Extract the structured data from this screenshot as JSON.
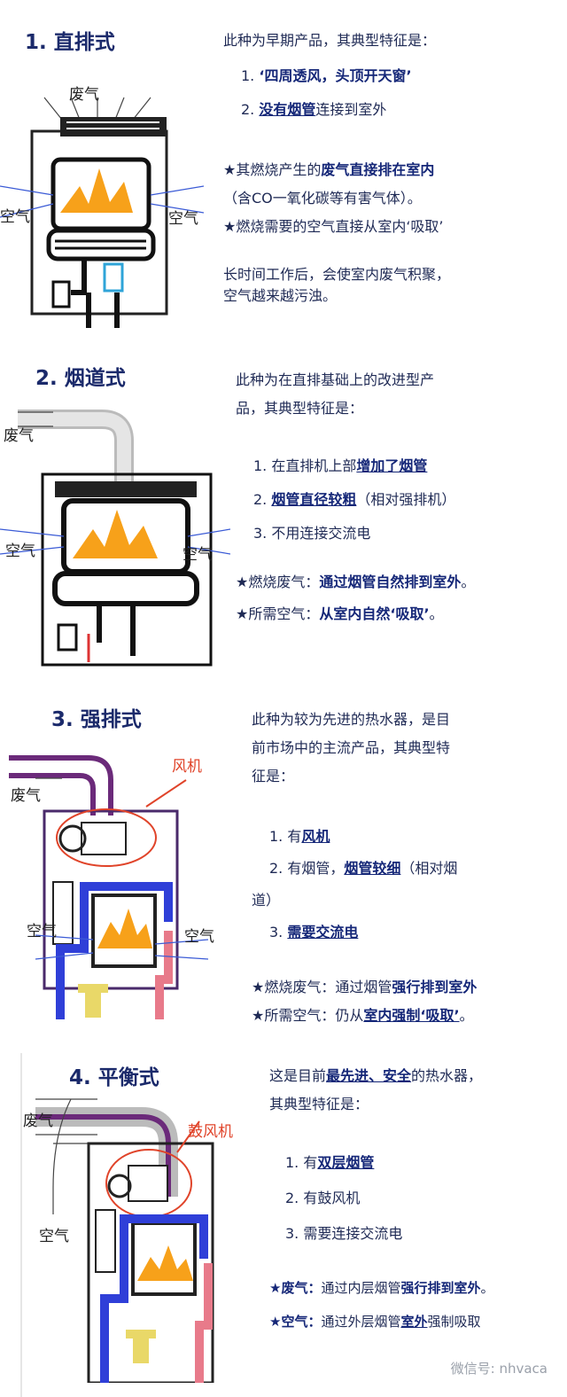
{
  "sections": [
    {
      "title": "1. 直排式",
      "intro": "此种为早期产品，其典型特征是：",
      "points": [
        {
          "prefix": "1.",
          "parts": [
            {
              "t": "‘四周透风，头顶开天窗’",
              "style": "b"
            }
          ]
        },
        {
          "prefix": "2.",
          "parts": [
            {
              "t": "没有烟管",
              "style": "u"
            },
            {
              "t": "连接到室外",
              "style": "n"
            }
          ]
        }
      ],
      "notes": [
        {
          "parts": [
            {
              "t": "★其燃烧产生的",
              "style": "n"
            },
            {
              "t": "废气直接排在室内",
              "style": "b"
            }
          ]
        },
        {
          "parts": [
            {
              "t": "（含CO一氧化碳等有害气体）。",
              "style": "n"
            }
          ]
        },
        {
          "parts": [
            {
              "t": "★燃烧需要的空气直接从室内‘吸取’",
              "style": "n"
            }
          ]
        }
      ],
      "tail": [
        "长时间工作后，会使室内废气积聚，",
        "空气越来越污浊。"
      ],
      "labels": {
        "exhaust": "废气",
        "air_left": "空气",
        "air_right": "空气"
      }
    },
    {
      "title": "2. 烟道式",
      "intro_lines": [
        "此种为在直排基础上的改进型产",
        "品，其典型特征是："
      ],
      "points": [
        {
          "prefix": "1.",
          "parts": [
            {
              "t": "在直排机上部",
              "style": "n"
            },
            {
              "t": "增加了烟管",
              "style": "u"
            }
          ]
        },
        {
          "prefix": "2.",
          "parts": [
            {
              "t": "烟管直径较粗",
              "style": "u"
            },
            {
              "t": "（相对强排机）",
              "style": "n"
            }
          ]
        },
        {
          "prefix": "3.",
          "parts": [
            {
              "t": "不用连接交流电",
              "style": "n"
            }
          ]
        }
      ],
      "notes": [
        {
          "parts": [
            {
              "t": "★燃烧废气：",
              "style": "n"
            },
            {
              "t": "通过烟管自然排到室外",
              "style": "b"
            },
            {
              "t": "。",
              "style": "n"
            }
          ]
        },
        {
          "parts": [
            {
              "t": "★所需空气：",
              "style": "n"
            },
            {
              "t": "从室内自然‘吸取’",
              "style": "b"
            },
            {
              "t": "。",
              "style": "n"
            }
          ]
        }
      ],
      "labels": {
        "exhaust": "废气",
        "air_left": "空气",
        "air_right": "空气"
      }
    },
    {
      "title": "3. 强排式",
      "intro_lines": [
        "此种为较为先进的热水器，是目",
        "前市场中的主流产品，其典型特",
        "征是："
      ],
      "points": [
        {
          "prefix": "1.",
          "parts": [
            {
              "t": "有",
              "style": "n"
            },
            {
              "t": "风机",
              "style": "u"
            }
          ]
        },
        {
          "prefix": "2.",
          "parts": [
            {
              "t": "有烟管，",
              "style": "n"
            },
            {
              "t": "烟管较细",
              "style": "u"
            },
            {
              "t": "（相对烟",
              "style": "n"
            }
          ]
        },
        {
          "prefix": "",
          "parts": [
            {
              "t": "道）",
              "style": "n"
            }
          ]
        },
        {
          "prefix": "3.",
          "parts": [
            {
              "t": "需要交流电",
              "style": "u"
            }
          ]
        }
      ],
      "notes": [
        {
          "parts": [
            {
              "t": "★燃烧废气：通过烟管",
              "style": "n"
            },
            {
              "t": "强行排到室外",
              "style": "b"
            }
          ]
        },
        {
          "parts": [
            {
              "t": "★所需空气：仍从",
              "style": "n"
            },
            {
              "t": "室内强制‘吸取’",
              "style": "u"
            },
            {
              "t": "。",
              "style": "n"
            }
          ]
        }
      ],
      "labels": {
        "exhaust": "废气",
        "fan": "风机",
        "air_left": "空气",
        "air_right": "空气"
      }
    },
    {
      "title": "4. 平衡式",
      "intro_parts": [
        {
          "t": "这是目前",
          "style": "n"
        },
        {
          "t": "最先进、安全",
          "style": "u"
        },
        {
          "t": "的热水器，",
          "style": "n"
        }
      ],
      "intro_line2": "其典型特征是：",
      "points": [
        {
          "prefix": "1.",
          "parts": [
            {
              "t": "有",
              "style": "n"
            },
            {
              "t": "双层烟管",
              "style": "u"
            }
          ]
        },
        {
          "prefix": "2.",
          "parts": [
            {
              "t": "有鼓风机",
              "style": "n"
            }
          ]
        },
        {
          "prefix": "3.",
          "parts": [
            {
              "t": "需要连接交流电",
              "style": "n"
            }
          ]
        }
      ],
      "notes": [
        {
          "parts": [
            {
              "t": "★废气：",
              "style": "b"
            },
            {
              "t": "通过内层烟管",
              "style": "n"
            },
            {
              "t": "强行排到室外",
              "style": "b"
            },
            {
              "t": "。",
              "style": "n"
            }
          ]
        },
        {
          "parts": [
            {
              "t": "★空气：",
              "style": "b"
            },
            {
              "t": "通过外层烟管",
              "style": "n"
            },
            {
              "t": "室外",
              "style": "u"
            },
            {
              "t": "强制吸取",
              "style": "n"
            }
          ]
        }
      ],
      "labels": {
        "exhaust": "废气",
        "fan": "鼓风机",
        "air_left": "空气"
      }
    }
  ],
  "watermark": "微信号: nhvaca",
  "colors": {
    "title": "#1b2a6b",
    "text": "#1f2a55",
    "accent_red": "#e0442a",
    "pipe_blue": "#2f3fd8",
    "pipe_pink": "#e87a8a",
    "flame": "#f7a11a"
  }
}
